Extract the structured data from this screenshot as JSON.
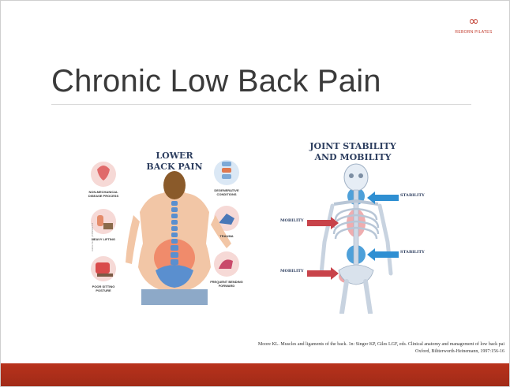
{
  "slide": {
    "title": "Chronic Low Back Pain",
    "logo_text": "REBORN PILATES"
  },
  "left_figure": {
    "heading_line1": "LOWER",
    "heading_line2": "BACK PAIN",
    "labels": {
      "non_mechanical_line1": "NON-MECHANICAL",
      "non_mechanical_line2": "DISEASE PROCESS",
      "heavy_lifting": "HEAVY LIFTING",
      "poor_sitting_line1": "POOR SITTING",
      "poor_sitting_line2": "POSTURE",
      "degenerative_line1": "DEGENERATIVE",
      "degenerative_line2": "CONDITIONS",
      "trauma": "TRAUMA",
      "frequent_bending_line1": "FREQUENT BENDING",
      "frequent_bending_line2": "FORWARD"
    },
    "credit": "Adobe Stock | #459693744"
  },
  "right_figure": {
    "heading_line1": "JOINT STABILITY",
    "heading_line2": "AND MOBILITY",
    "stability_top": "STABILITY",
    "stability_bottom": "STABILITY",
    "mobility_top": "MOBILITY",
    "mobility_bottom": "MOBILITY"
  },
  "citation": {
    "line1": "Moore KL. Muscles and ligaments of the back. 1n: Singer KP, Giles LGF, eds. Clinical anatomy and management of low back pai",
    "line2": "Oxford, Biltterworth-Heinemann, 1997:156-16"
  },
  "colors": {
    "band": "#b8321c",
    "logo": "#c0392b",
    "heading": "#2d3e5f",
    "arrow_stability": "#2f8fd2",
    "arrow_mobility": "#c8434a"
  }
}
